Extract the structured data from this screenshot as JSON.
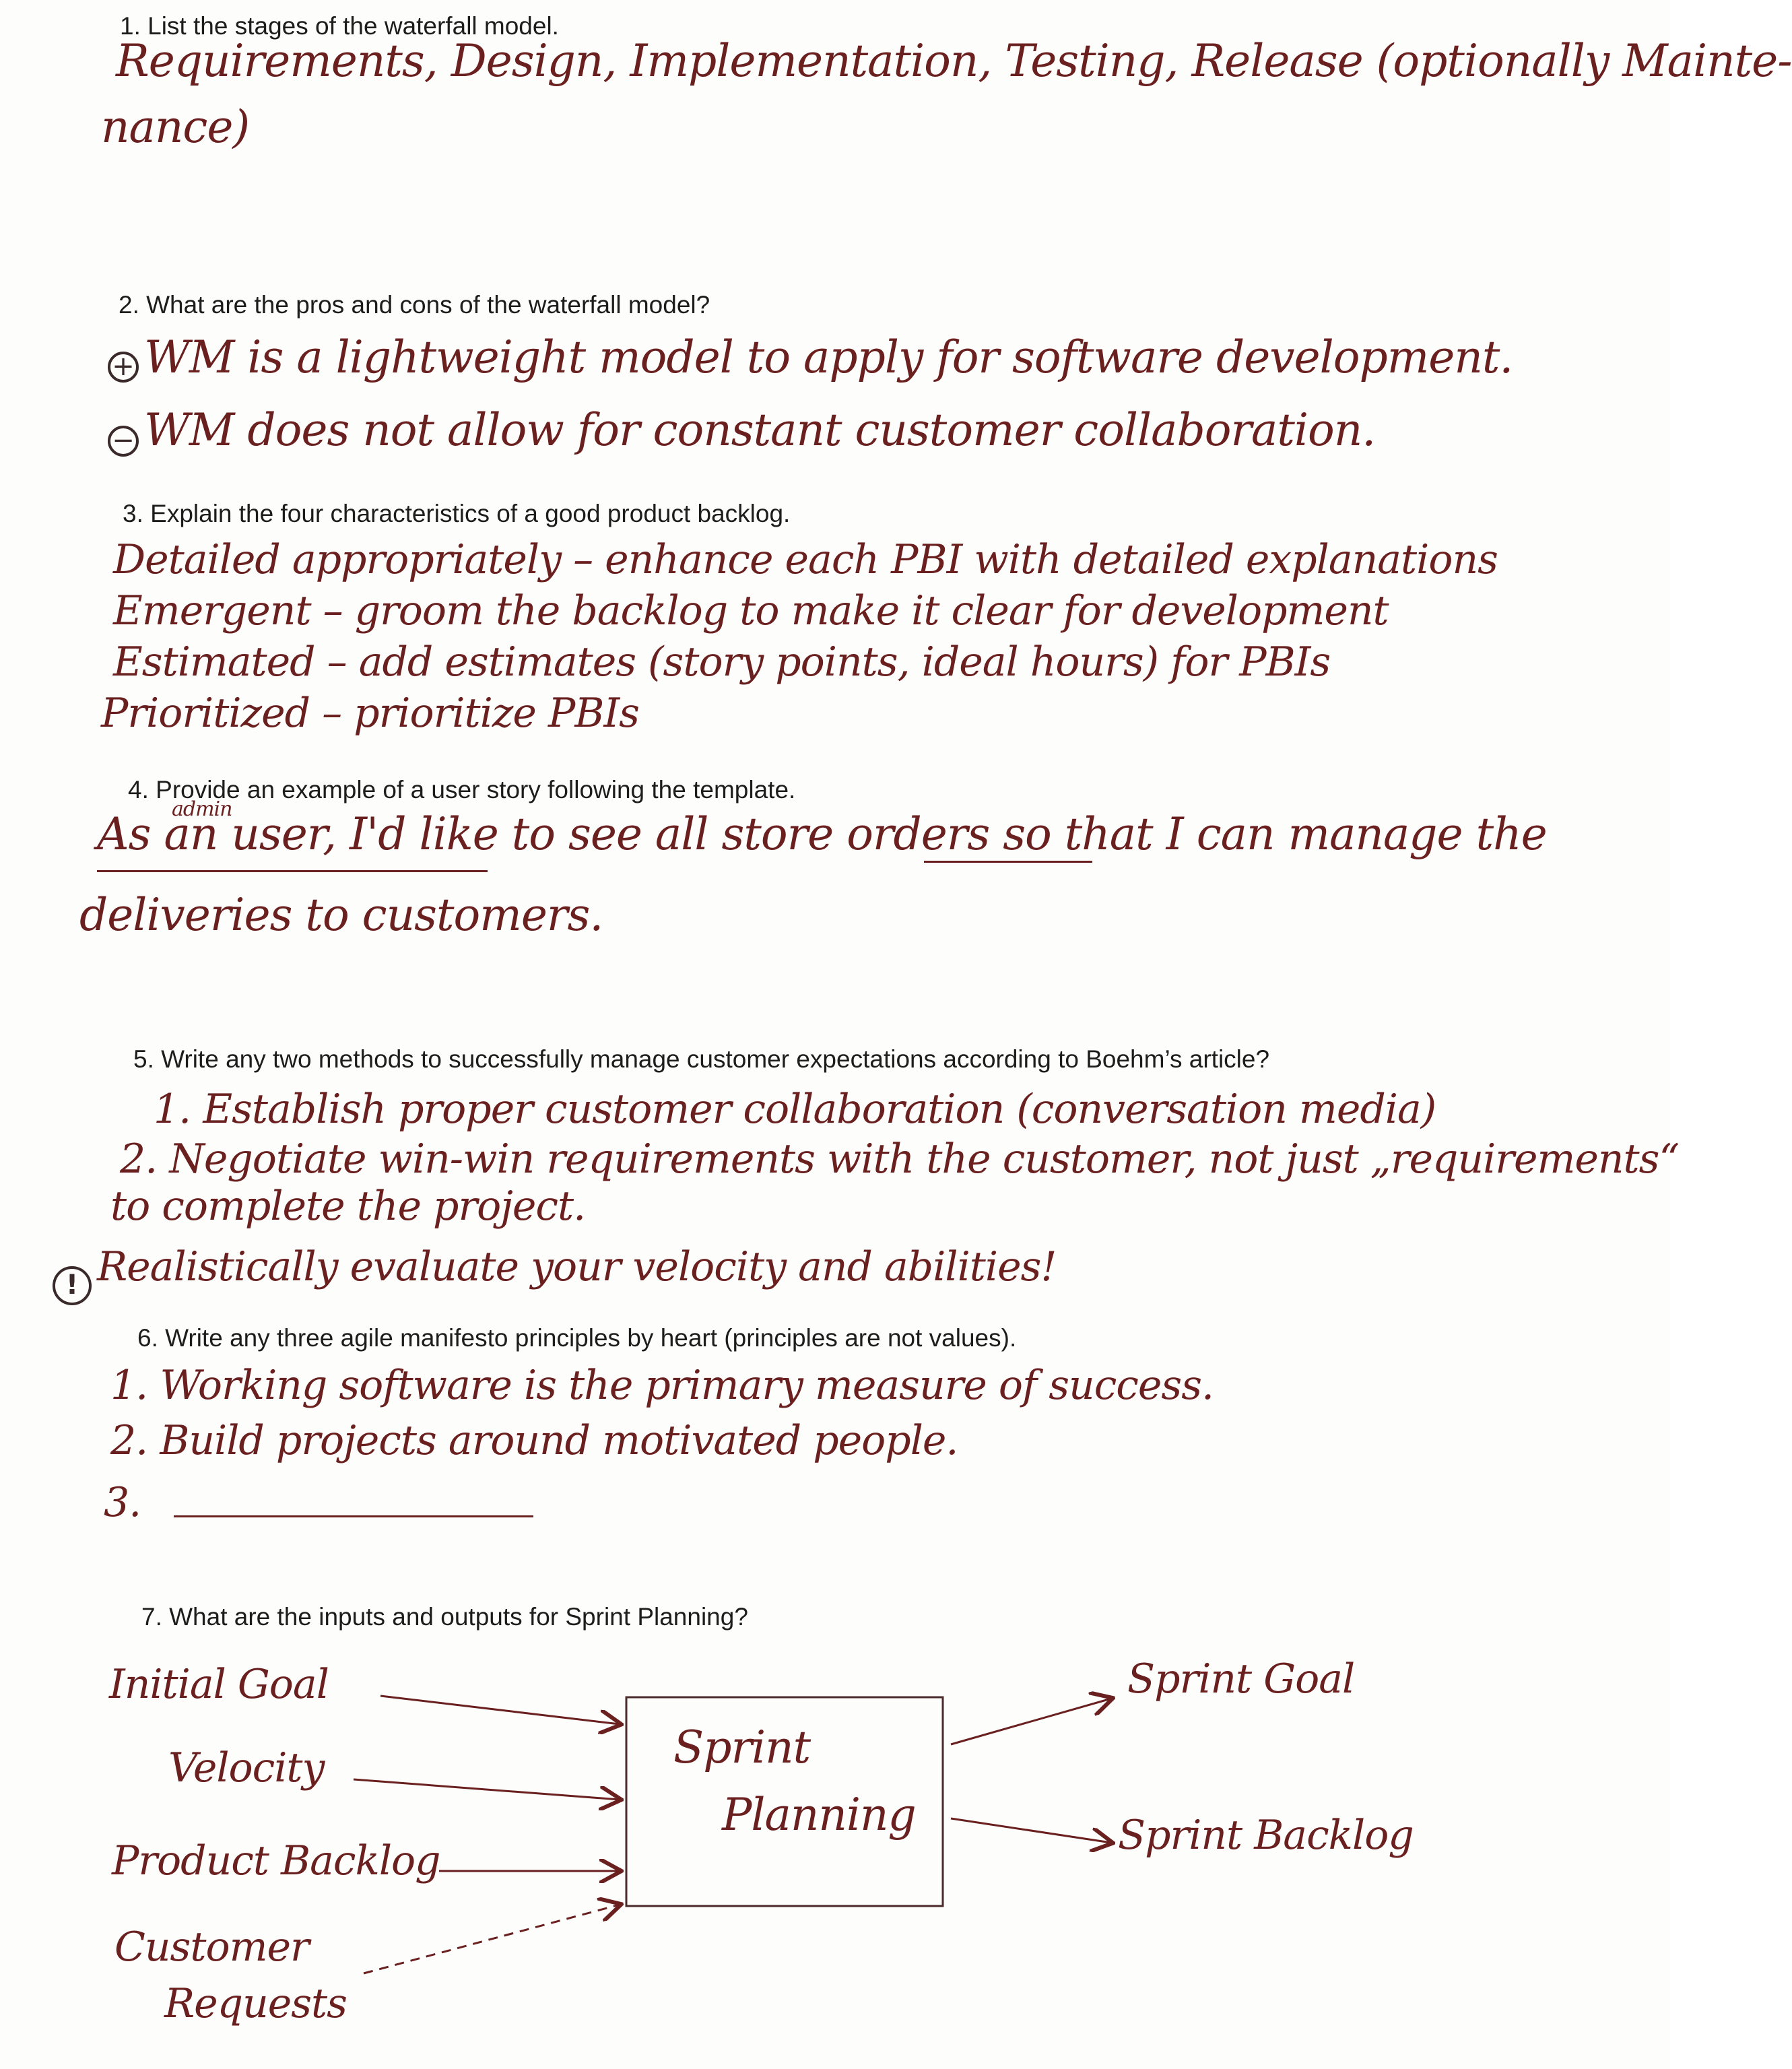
{
  "questions": [
    {
      "text": "1.  List the stages of the waterfall model.",
      "answer": [
        "Requirements, Design, Implementation, Testing, Release (optionally Mainte-",
        "nance)"
      ]
    },
    {
      "text": "2.  What are the pros and cons of the waterfall model?",
      "pro_mark": "+",
      "pro": "WM is a lightweight model to apply for software development.",
      "con_mark": "−",
      "con": "WM does not allow for constant customer collaboration."
    },
    {
      "text": "3.  Explain the four characteristics of a good product backlog.",
      "answer": [
        "Detailed appropriately – enhance each PBI with detailed explanations",
        "Emergent – groom the backlog to make it clear for development",
        "Estimated – add estimates (story points, ideal hours) for PBIs",
        "Prioritized – prioritize PBIs"
      ]
    },
    {
      "text": "4.  Provide an example of a user story following the template.",
      "insert": "admin",
      "answer": [
        "As an user, I'd like to see all store orders so that I can manage the",
        "deliveries to customers."
      ]
    },
    {
      "text": "5.  Write any two methods to successfully manage customer expectations according to Boehm’s article?",
      "answer": [
        "1. Establish proper customer collaboration (conversation media)",
        "2. Negotiate win-win requirements with the customer, not just „requirements“",
        "to complete the project."
      ],
      "note_mark": "!",
      "note": "Realistically evaluate your velocity and abilities!"
    },
    {
      "text": "6.  Write any three agile manifesto principles by heart (principles are not values).",
      "answer": [
        "1. Working software is the primary measure of success.",
        "2. Build projects around motivated people.",
        "3."
      ]
    },
    {
      "text": "7.  What are the inputs and outputs for Sprint Planning?",
      "diagram": {
        "inputs": [
          "Initial Goal",
          "Velocity",
          "Product Backlog",
          "Customer",
          "Requests"
        ],
        "process": [
          "Sprint",
          "Planning"
        ],
        "outputs": [
          "Sprint Goal",
          "Sprint Backlog"
        ]
      }
    }
  ],
  "colors": {
    "ink": "#6b2020",
    "print": "#1d1d1d",
    "paper": "#fdfdfc"
  }
}
